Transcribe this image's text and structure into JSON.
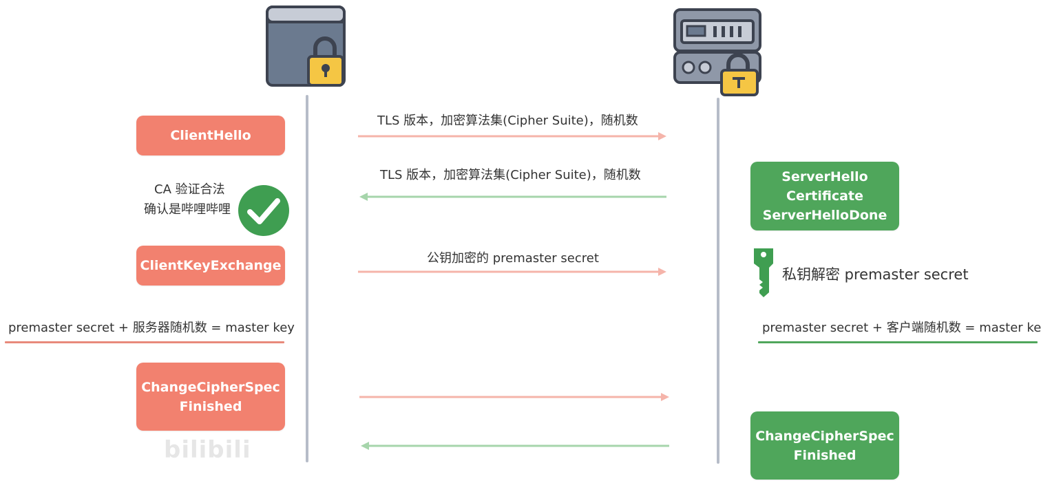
{
  "colors": {
    "client_accent": "#f2816f",
    "server_accent": "#4fa65b",
    "arrow_red": "#f5b4aa",
    "arrow_green": "#a6d5ab",
    "lifeline": "#b6bcc8"
  },
  "icons": {
    "client": "browser-window-lock-icon",
    "server": "server-lock-icon",
    "check": "checkmark-circle-icon",
    "key": "key-icon"
  },
  "client": {
    "client_hello": "ClientHello",
    "ca_verify": [
      "CA 验证合法",
      "确认是哔哩哔哩"
    ],
    "client_key_exchange": "ClientKeyExchange",
    "master_key_formula": "premaster secret + 服务器随机数 = master key",
    "finish_box": [
      "ChangeCipherSpec",
      "Finished"
    ]
  },
  "server": {
    "hello_box": [
      "ServerHello",
      "Certificate",
      "ServerHelloDone"
    ],
    "decrypt_note": "私钥解密 premaster secret",
    "master_key_formula": "premaster secret + 客户端随机数 = master key",
    "finish_box": [
      "ChangeCipherSpec",
      "Finished"
    ]
  },
  "messages": {
    "client_to_server_1": "TLS 版本，加密算法集(Cipher Suite)，随机数",
    "server_to_client_1": "TLS 版本，加密算法集(Cipher Suite)，随机数",
    "client_to_server_2": "公钥加密的 premaster secret"
  },
  "watermark": "bilibili"
}
